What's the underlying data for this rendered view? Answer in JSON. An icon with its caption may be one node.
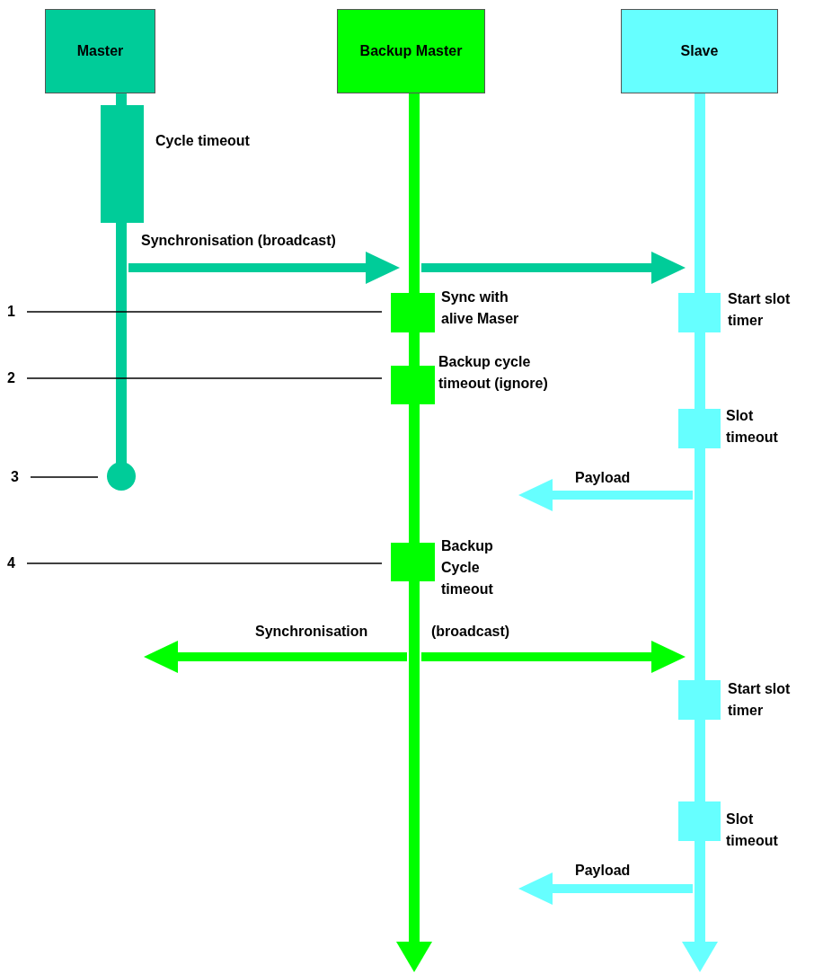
{
  "diagram": {
    "nodes": [
      {
        "text": [
          "Master"
        ]
      },
      {
        "text": [
          "Backup Master"
        ]
      },
      {
        "text": [
          "Slave"
        ]
      },
      {
        "text": [],
        "shape": "bar"
      },
      {
        "text": [],
        "shape": "bar"
      },
      {
        "text": [],
        "shape": "bar"
      },
      {
        "text": [],
        "shape": "box",
        "beside": [
          "Cycle timeout"
        ]
      },
      {
        "text": [],
        "shape": "box",
        "beside": [
          "Sync with alive Maser"
        ]
      },
      {
        "text": [],
        "shape": "box",
        "beside": [
          "Start slot timer"
        ]
      },
      {
        "text": [
          "1"
        ]
      },
      {
        "text": [
          "2"
        ]
      },
      {
        "text": [],
        "shape": "box",
        "beside": [
          "Backup cycle timeout (ignore)"
        ]
      },
      {
        "text": [],
        "shape": "box",
        "beside": [
          "Slot timeout"
        ]
      },
      {
        "text": [
          "3"
        ]
      },
      {
        "text": [],
        "shape": "circle"
      },
      {
        "text": [
          "4"
        ]
      },
      {
        "text": [],
        "shape": "box",
        "beside": [
          "Backup Cycle timeout"
        ]
      },
      {
        "text": [],
        "shape": "box",
        "beside": [
          "Start slot timer"
        ]
      },
      {
        "text": [],
        "shape": "box",
        "beside": [
          "Slot timeout"
        ]
      }
    ],
    "edges": [
      {
        "from": 3,
        "to": 4,
        "arrow": "to",
        "label": "Synchronisation (broadcast)",
        "color": "#00cc99"
      },
      {
        "from": 4,
        "to": 5,
        "arrow": "to",
        "color": "#00cc99"
      },
      {
        "from": 9,
        "to": 7,
        "arrow": "none"
      },
      {
        "from": 10,
        "to": 11,
        "arrow": "none"
      },
      {
        "from": 13,
        "to": 14,
        "arrow": "none"
      },
      {
        "from": 5,
        "to": null,
        "arrow": "to",
        "label": "Payload",
        "color": "#66ffff"
      },
      {
        "from": 15,
        "to": 16,
        "arrow": "none"
      },
      {
        "from": 4,
        "to": null,
        "arrow": "to",
        "label": "Synchronisation",
        "color": "#00ff00"
      },
      {
        "from": 4,
        "to": 5,
        "arrow": "to",
        "label": "(broadcast)",
        "color": "#00ff00"
      },
      {
        "from": 5,
        "to": null,
        "arrow": "to",
        "label": "Payload",
        "color": "#66ffff"
      }
    ]
  }
}
